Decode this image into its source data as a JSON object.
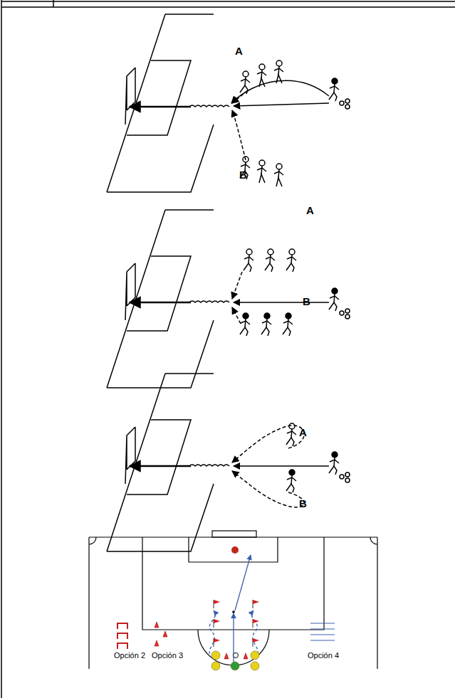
{
  "diagram": {
    "labels": [
      "A",
      "B",
      "A",
      "B",
      "A",
      "B",
      "Opción 2",
      "Opción 3",
      "Opción 4"
    ]
  }
}
